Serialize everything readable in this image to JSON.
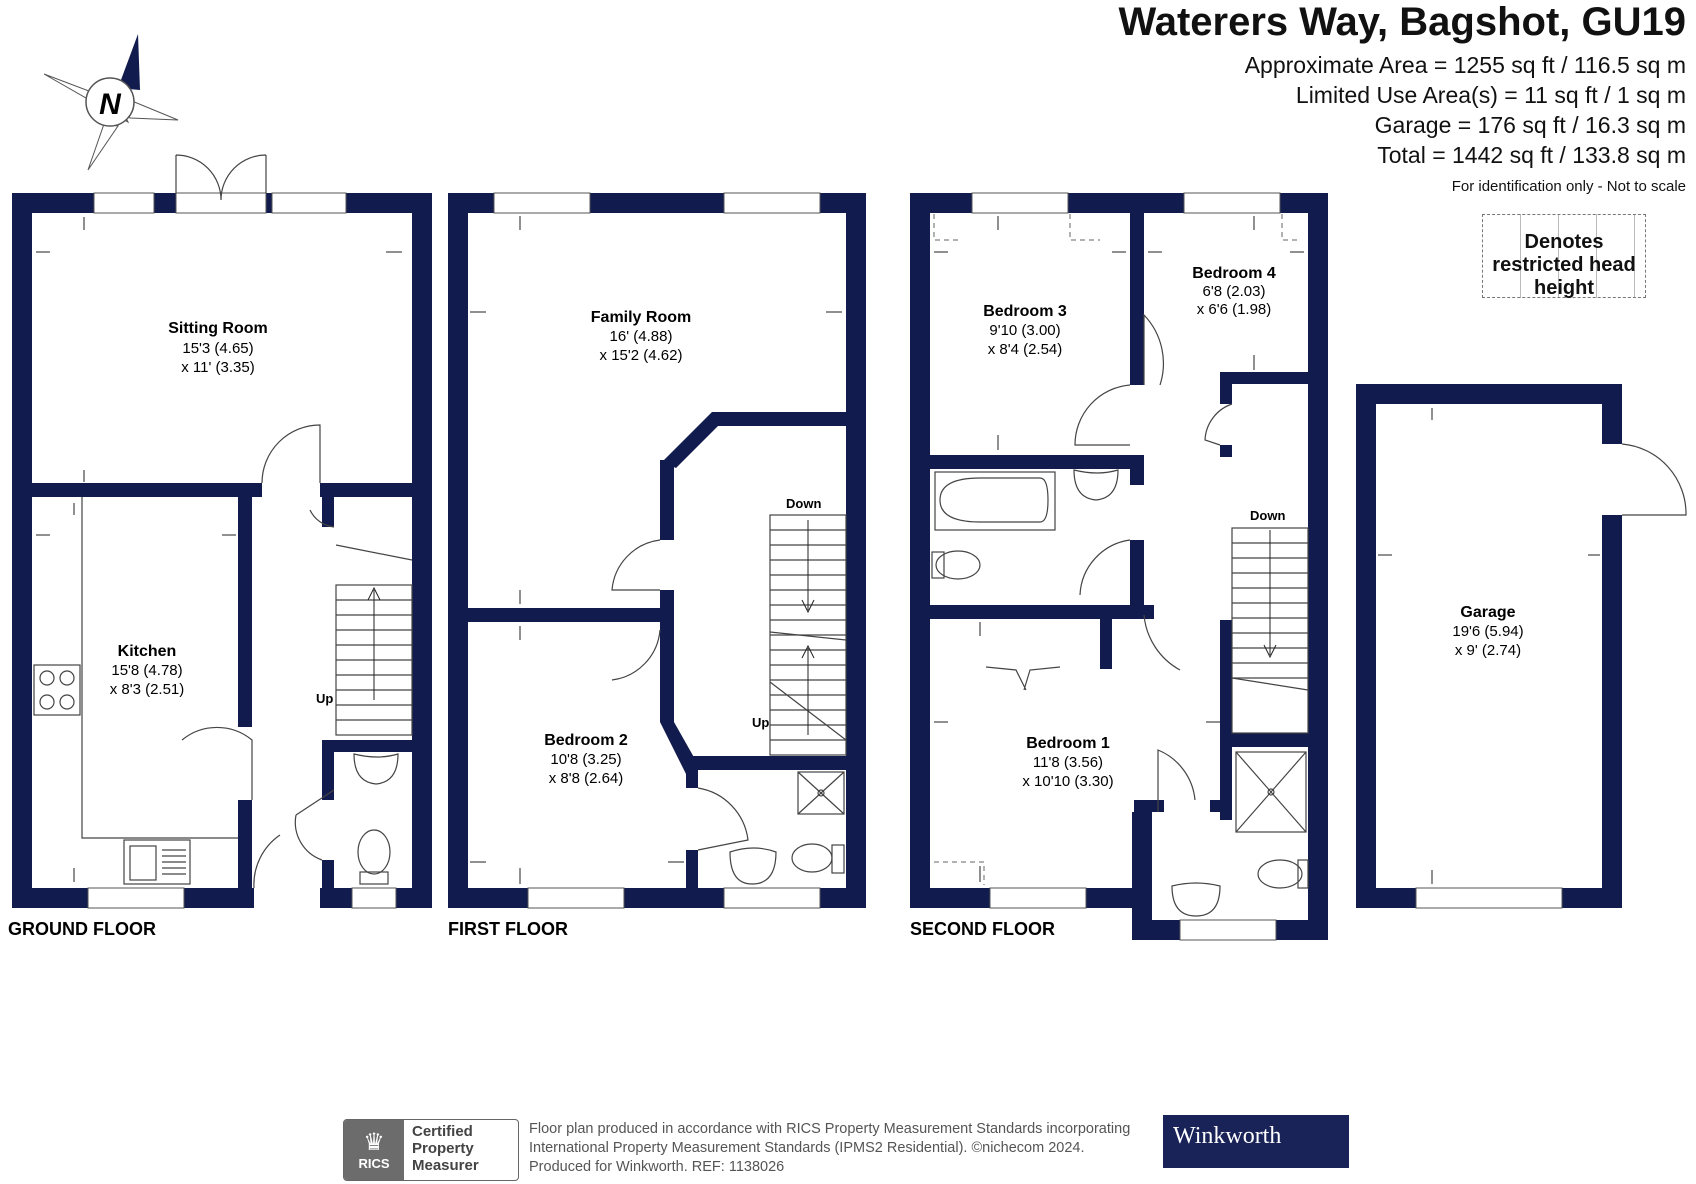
{
  "header": {
    "title": "Waterers Way, Bagshot, GU19",
    "areas": [
      "Approximate Area = 1255 sq ft / 116.5 sq m",
      "Limited Use Area(s) = 11 sq ft /  1 sq m",
      "Garage = 176 sq ft / 16.3 sq m",
      "Total = 1442 sq ft / 133.8 sq m"
    ],
    "note": "For identification only - Not to scale"
  },
  "restricted_legend": "Denotes restricted head height",
  "compass": {
    "label": "N",
    "icon": "compass-north-icon"
  },
  "rooms": {
    "sitting": {
      "name": "Sitting Room",
      "dim1": "15'3 (4.65)",
      "dim2": "x 11' (3.35)"
    },
    "kitchen": {
      "name": "Kitchen",
      "dim1": "15'8 (4.78)",
      "dim2": "x 8'3 (2.51)"
    },
    "family": {
      "name": "Family Room",
      "dim1": "16' (4.88)",
      "dim2": "x 15'2 (4.62)"
    },
    "bed2": {
      "name": "Bedroom 2",
      "dim1": "10'8 (3.25)",
      "dim2": "x 8'8 (2.64)"
    },
    "bed3": {
      "name": "Bedroom 3",
      "dim1": "9'10 (3.00)",
      "dim2": "x 8'4 (2.54)"
    },
    "bed4": {
      "name": "Bedroom 4",
      "dim1": "6'8 (2.03)",
      "dim2": "x 6'6 (1.98)"
    },
    "bed1": {
      "name": "Bedroom 1",
      "dim1": "11'8 (3.56)",
      "dim2": "x 10'10 (3.30)"
    },
    "garage": {
      "name": "Garage",
      "dim1": "19'6 (5.94)",
      "dim2": "x 9' (2.74)"
    }
  },
  "stairs": {
    "up": "Up",
    "down": "Down"
  },
  "floors": {
    "ground": "GROUND FLOOR",
    "first": "FIRST FLOOR",
    "second": "SECOND FLOOR"
  },
  "footer": {
    "rics": "RICS",
    "badge": [
      "Certified",
      "Property",
      "Measurer"
    ],
    "lines": [
      "Floor plan produced in accordance with RICS Property Measurement Standards incorporating",
      "International Property Measurement Standards (IPMS2 Residential).  ©nichecom 2024.",
      "Produced for Winkworth.   REF: 1138026"
    ],
    "brand": "Winkworth"
  },
  "colors": {
    "wall": "#111b4e",
    "brand": "#1a2358"
  }
}
